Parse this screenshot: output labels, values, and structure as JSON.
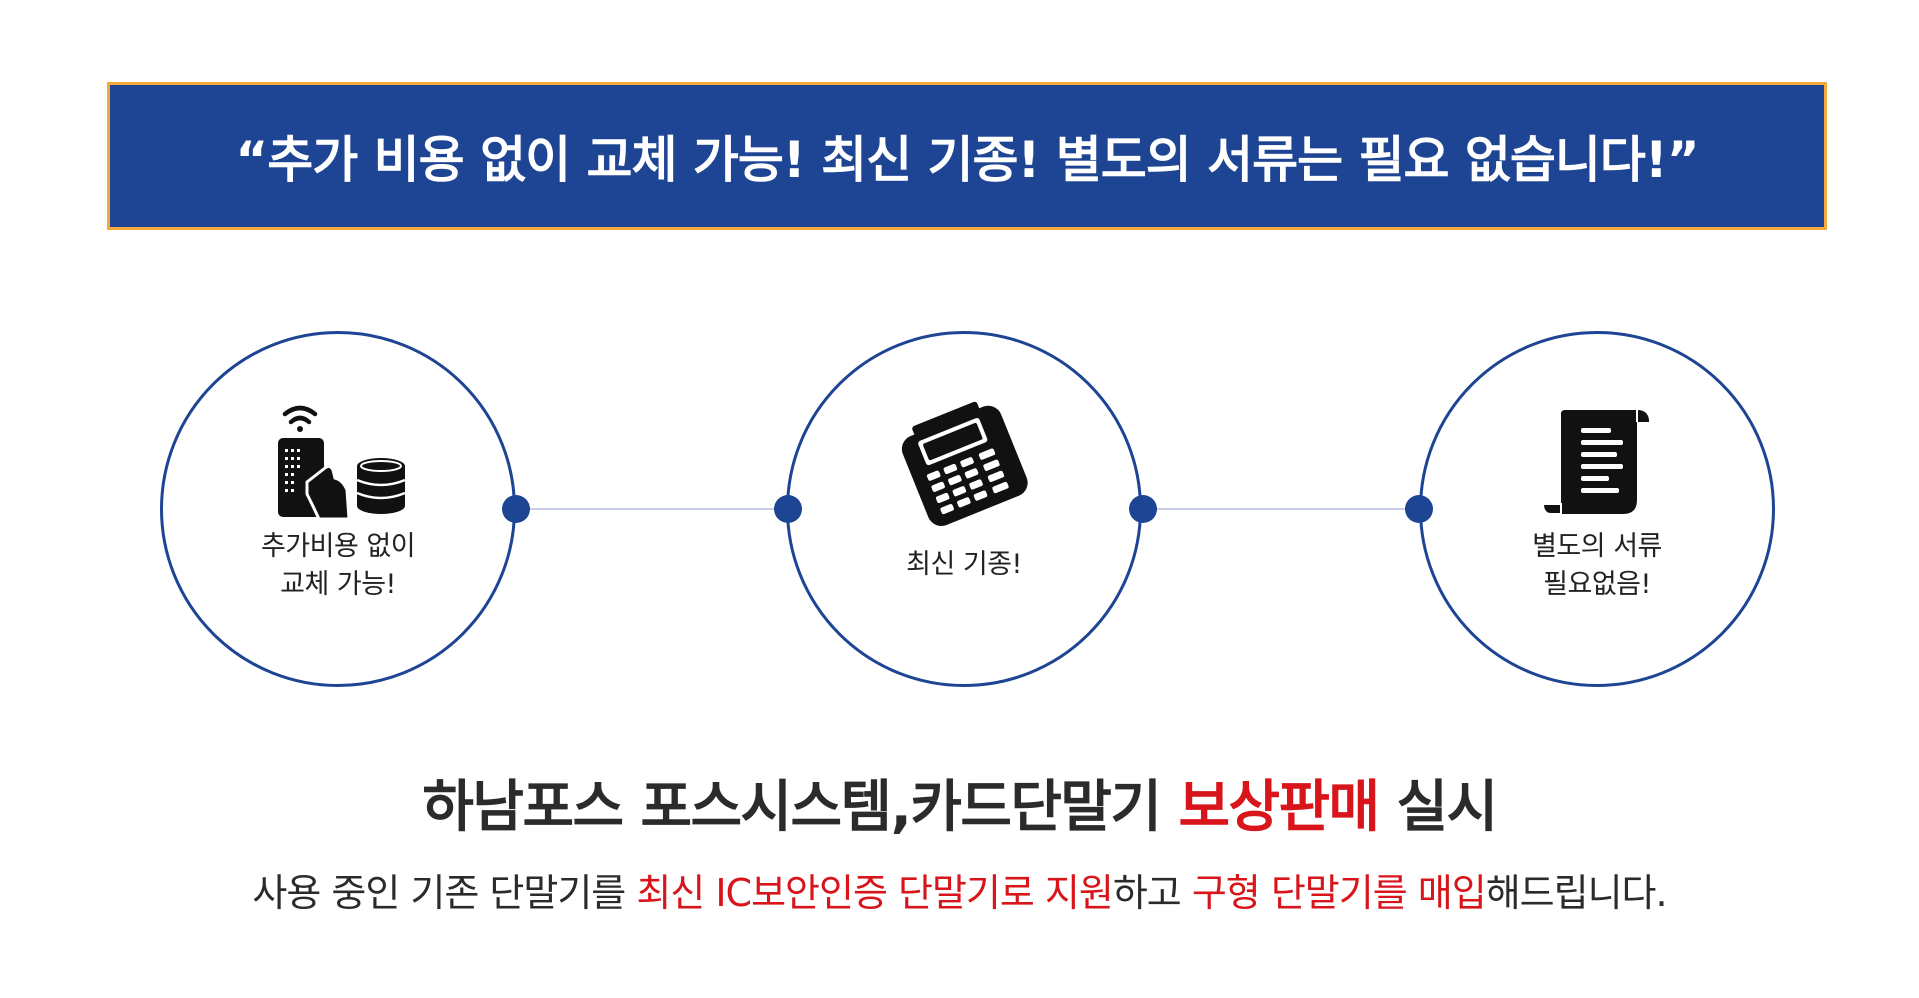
{
  "banner": {
    "text": "“추가 비용 없이 교체 가능! 최신 기종! 별도의 서류는 필요 없습니다!”"
  },
  "features": [
    {
      "icon": "nfc-payment-coins-icon",
      "line1": "추가비용 없이",
      "line2": "교체 가능!"
    },
    {
      "icon": "card-terminal-icon",
      "line1": "최신 기종!"
    },
    {
      "icon": "receipt-document-icon",
      "line1": "별도의 서류",
      "line2": "필요없음!"
    }
  ],
  "headline": {
    "part1": "하남포스 포스시스템,카드단말기 ",
    "highlight": "보상판매",
    "part2": " 실시"
  },
  "subline": {
    "part1": "사용 중인 기존 단말기를 ",
    "highlight1": "최신 IC보안인증 단말기로 지원",
    "part2": "하고 ",
    "highlight2": "구형 단말기를 매입",
    "part3": "해드립니다."
  },
  "colors": {
    "banner_bg": "#1e4494",
    "banner_border": "#f4a93a",
    "accent_red": "#d8151b",
    "circle_border": "#1e4494"
  }
}
